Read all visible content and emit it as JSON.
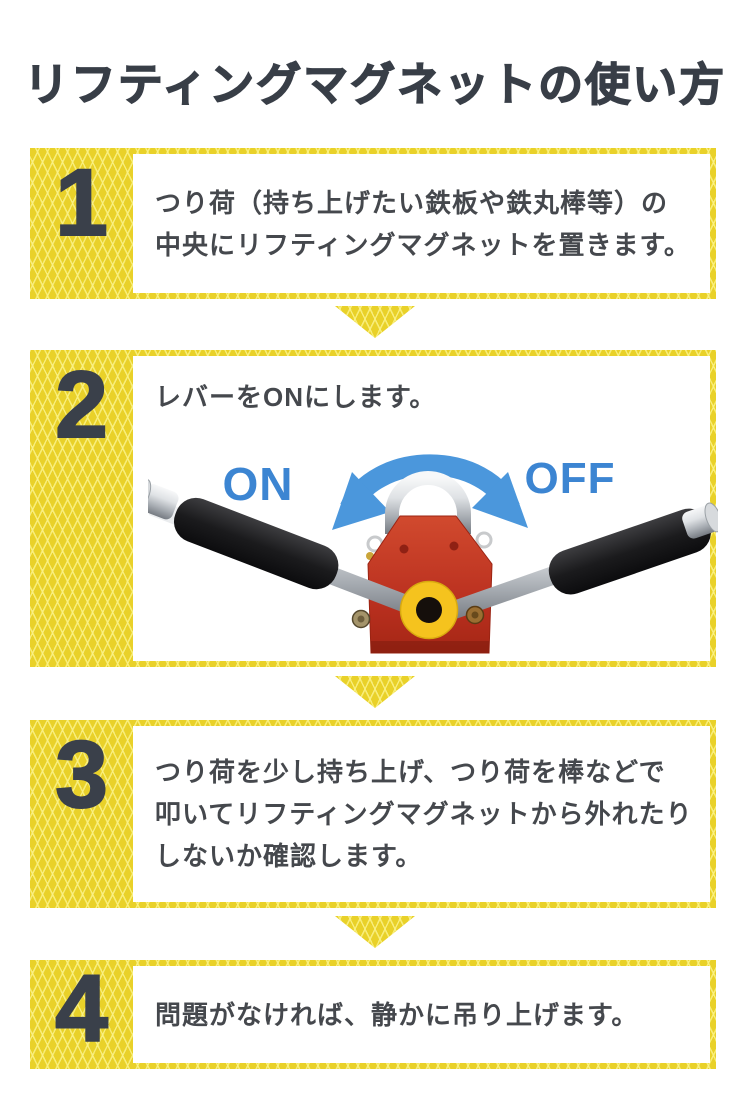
{
  "title": "リフティングマグネットの使い方",
  "steps": [
    {
      "number": "1",
      "lines": [
        "つり荷（持ち上げたい鉄板や鉄丸棒等）の",
        "中央にリフティングマグネットを置きます。"
      ]
    },
    {
      "number": "2",
      "lines": [
        "レバーをONにします。"
      ]
    },
    {
      "number": "3",
      "lines": [
        "つり荷を少し持ち上げ、つり荷を棒などで",
        "叩いてリフティングマグネットから外れたり",
        "しないか確認します。"
      ]
    },
    {
      "number": "4",
      "lines": [
        "問題がなければ、静かに吊り上げます。"
      ]
    }
  ],
  "magnet": {
    "on_label": "ON",
    "off_label": "OFF"
  },
  "colors": {
    "accent_yellow": "#e9d129",
    "pattern_line": "#faf287",
    "heading_dark": "#383e47",
    "body_text": "#45484d",
    "lever_blue": "#3c85d2",
    "magnet_red": "#c23b28",
    "cam_disc_yellow": "#f5c31e"
  }
}
